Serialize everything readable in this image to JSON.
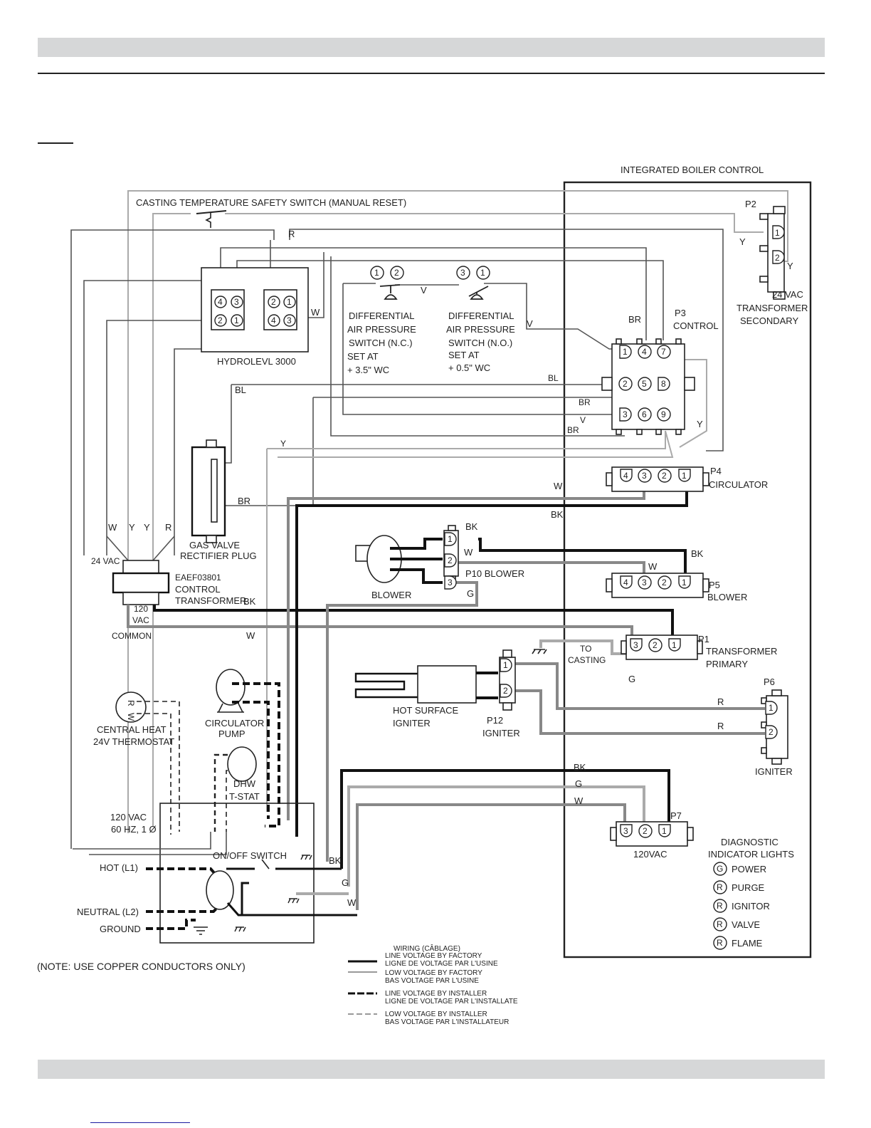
{
  "page": {
    "header_band": "",
    "footer_band": ""
  },
  "diagram": {
    "ibc_title": "INTEGRATED BOILER CONTROL",
    "casting_switch": "CASTING TEMPERATURE SAFETY SWITCH (MANUAL RESET)",
    "hydrolevel": {
      "label": "HYDROLEVL 3000",
      "pins_left": [
        "4",
        "3",
        "2",
        "1"
      ],
      "pins_right": [
        "2",
        "1",
        "4",
        "3"
      ]
    },
    "dap_nc": {
      "pins": [
        "1",
        "2"
      ],
      "lines": [
        "DIFFERENTIAL",
        "AIR PRESSURE",
        "SWITCH (N.C.)",
        "SET AT",
        "+ 3.5\" WC"
      ]
    },
    "dap_no": {
      "pins": [
        "3",
        "1"
      ],
      "lines": [
        "DIFFERENTIAL",
        "AIR PRESSURE",
        "SWITCH (N.O.)",
        "SET AT",
        "+ 0.5\" WC"
      ]
    },
    "p2": {
      "name": "P2",
      "pins": [
        "1",
        "2"
      ],
      "lines": [
        "24 VAC",
        "TRANSFORMER",
        "SECONDARY"
      ]
    },
    "p3": {
      "name": "P3",
      "sub": "CONTROL",
      "pins": [
        "1",
        "4",
        "7",
        "2",
        "5",
        "8",
        "3",
        "6",
        "9"
      ]
    },
    "p4": {
      "name": "P4",
      "sub": "CIRCULATOR",
      "pins": [
        "4",
        "3",
        "2",
        "1"
      ]
    },
    "p5": {
      "name": "P5",
      "sub": "BLOWER",
      "pins": [
        "4",
        "3",
        "2",
        "1"
      ]
    },
    "p10": {
      "label": "P10  BLOWER",
      "pins": [
        "1",
        "2",
        "3"
      ]
    },
    "blower": "BLOWER",
    "p1": {
      "name": "P1",
      "lines": [
        "TRANSFORMER",
        "PRIMARY"
      ],
      "pins": [
        "3",
        "2",
        "1"
      ]
    },
    "to_casting": [
      "TO",
      "CASTING"
    ],
    "p6": {
      "name": "P6",
      "sub": "IGNITER",
      "pins": [
        "1",
        "2"
      ]
    },
    "p12": {
      "lines": [
        "P12",
        "IGNITER"
      ],
      "pins": [
        "1",
        "2"
      ]
    },
    "hsi": [
      "HOT SURFACE",
      "IGNITER"
    ],
    "p7": {
      "name": "P7",
      "sub": "120VAC",
      "pins": [
        "3",
        "2",
        "1"
      ]
    },
    "gas_valve": [
      "GAS VALVE",
      "RECTIFIER PLUG"
    ],
    "transformer": {
      "v24": "24 VAC",
      "lines": [
        "EAEF03801",
        "CONTROL",
        "TRANSFORMER"
      ],
      "v120": [
        "120",
        "VAC"
      ],
      "common": "COMMON",
      "leads": [
        "W",
        "Y",
        "Y",
        "R"
      ]
    },
    "thermostat": {
      "pins": [
        "R",
        "W"
      ],
      "lines": [
        "CENTRAL HEAT",
        "24V THERMOSTAT"
      ]
    },
    "circ_pump": [
      "CIRCULATOR",
      "PUMP"
    ],
    "dhw": [
      "DHW",
      "T-STAT"
    ],
    "supply": [
      "120 VAC",
      "60 HZ, 1 Ø"
    ],
    "onoff": "ON/OFF SWITCH",
    "hot": "HOT (L1)",
    "neutral": "NEUTRAL (L2)",
    "ground": "GROUND",
    "note": "(NOTE: USE COPPER CONDUCTORS ONLY)",
    "diagnostics": {
      "title": [
        "DIAGNOSTIC",
        "INDICATOR LIGHTS"
      ],
      "lights": [
        {
          "color": "G",
          "label": "POWER"
        },
        {
          "color": "R",
          "label": "PURGE"
        },
        {
          "color": "R",
          "label": "IGNITOR"
        },
        {
          "color": "R",
          "label": "VALVE"
        },
        {
          "color": "R",
          "label": "FLAME"
        }
      ]
    },
    "wire_labels": {
      "R": "R",
      "W": "W",
      "V": "V",
      "BR": "BR",
      "BL": "BL",
      "Y": "Y",
      "BK": "BK",
      "G": "G"
    },
    "legend": {
      "title": "WIRING (CÂBLAGE)",
      "items": [
        {
          "en": "LINE VOLTAGE BY FACTORY",
          "fr": "LIGNE DE VOLTAGE PAR L'USINE"
        },
        {
          "en": "LOW VOLTAGE BY FACTORY",
          "fr": "BAS VOLTAGE PAR L'USINE"
        },
        {
          "en": "LINE VOLTAGE BY INSTALLER",
          "fr": "LIGNE DE VOLTAGE PAR L'INSTALLATE"
        },
        {
          "en": "LOW VOLTAGE BY INSTALLER",
          "fr": "BAS VOLTAGE PAR L'INSTALLATEUR"
        }
      ]
    }
  }
}
